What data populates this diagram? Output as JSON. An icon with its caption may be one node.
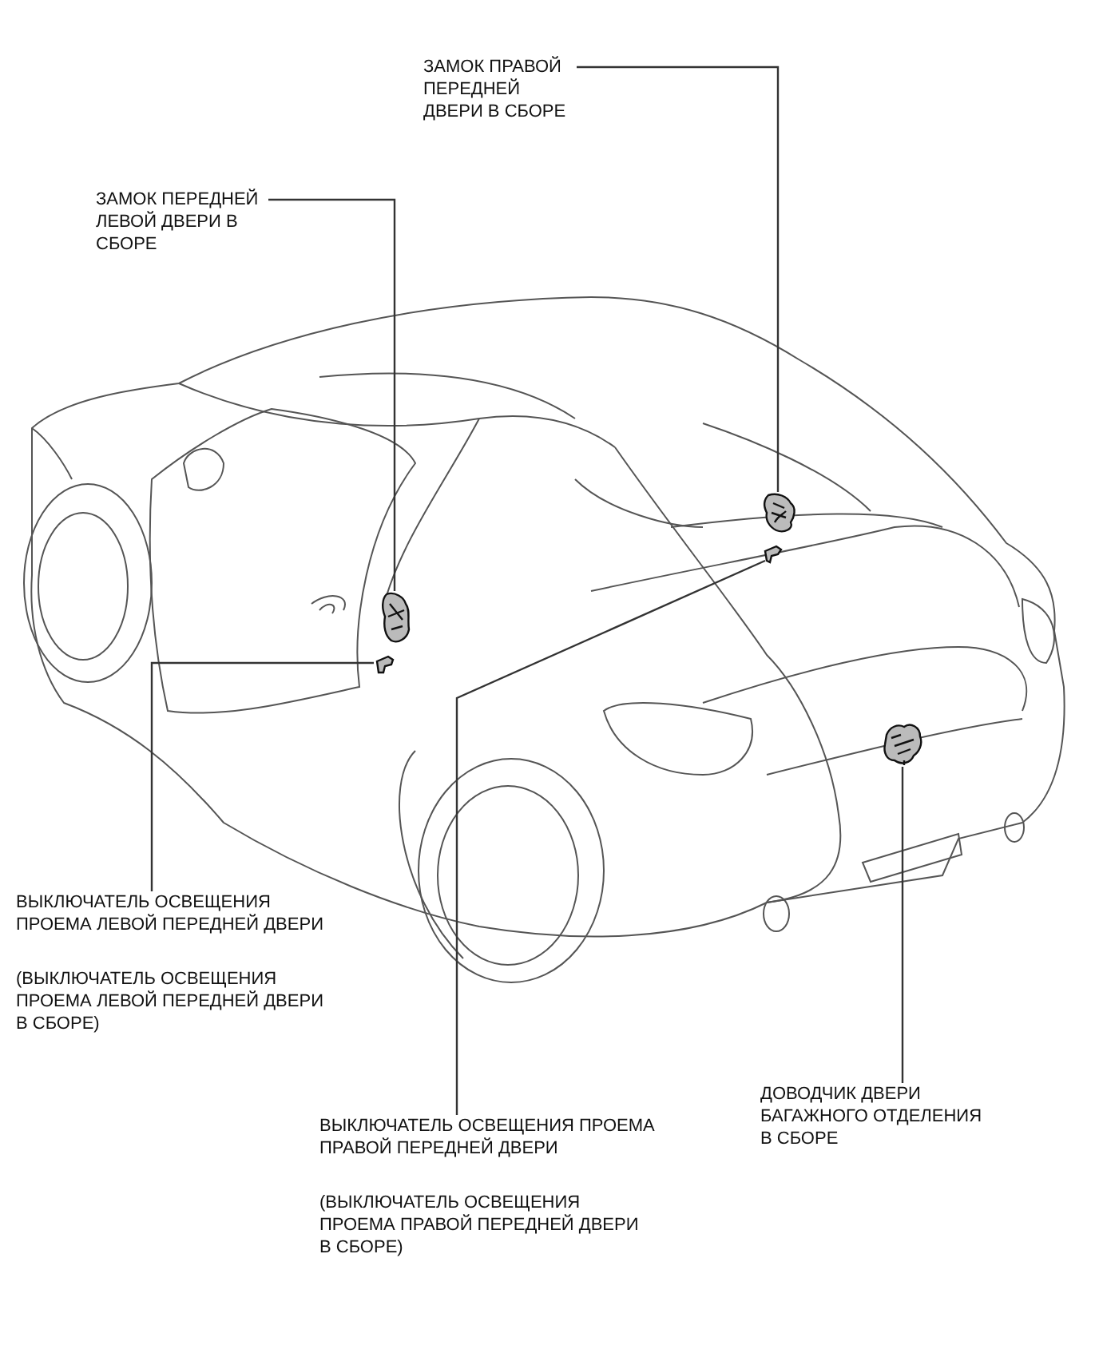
{
  "diagram": {
    "nodes": [
      {
        "text": [
          "ЗАМОК ПРАВОЙ ПЕРЕДНЕЙ ДВЕРИ В СБОРЕ"
        ]
      },
      {
        "text": [
          "ЗАМОК ПЕРЕДНЕЙ ЛЕВОЙ ДВЕРИ В СБОРЕ"
        ]
      },
      {
        "text": [
          "ВЫКЛЮЧАТЕЛЬ ОСВЕЩЕНИЯ ПРОЕМА ЛЕВОЙ ПЕРЕДНЕЙ ДВЕРИ",
          "(ВЫКЛЮЧАТЕЛЬ ОСВЕЩЕНИЯ ПРОЕМА ЛЕВОЙ ПЕРЕДНЕЙ ДВЕРИ В СБОРЕ)"
        ]
      },
      {
        "text": [
          "ВЫКЛЮЧАТЕЛЬ ОСВЕЩЕНИЯ ПРОЕМА ПРАВОЙ ПЕРЕДНЕЙ ДВЕРИ",
          "(ВЫКЛЮЧАТЕЛЬ ОСВЕЩЕНИЯ ПРОЕМА ПРАВОЙ ПЕРЕДНЕЙ ДВЕРИ В СБОРЕ)"
        ]
      },
      {
        "text": [
          "ДОВОДЧИК ДВЕРИ БАГАЖНОГО ОТДЕЛЕНИЯ В СБОРЕ"
        ]
      },
      {
        "text": [],
        "shape": "picture"
      },
      {
        "text": [],
        "shape": "picture"
      },
      {
        "text": [],
        "shape": "picture"
      },
      {
        "text": [],
        "shape": "picture"
      },
      {
        "text": [],
        "shape": "picture"
      }
    ],
    "edges": [
      {
        "from": 0,
        "to": 5,
        "arrow": "none"
      },
      {
        "from": 1,
        "to": 6,
        "arrow": "none"
      },
      {
        "from": 2,
        "to": 7,
        "arrow": "none"
      },
      {
        "from": 3,
        "to": 8,
        "arrow": "none"
      },
      {
        "from": 4,
        "to": 9,
        "arrow": "none"
      }
    ]
  }
}
